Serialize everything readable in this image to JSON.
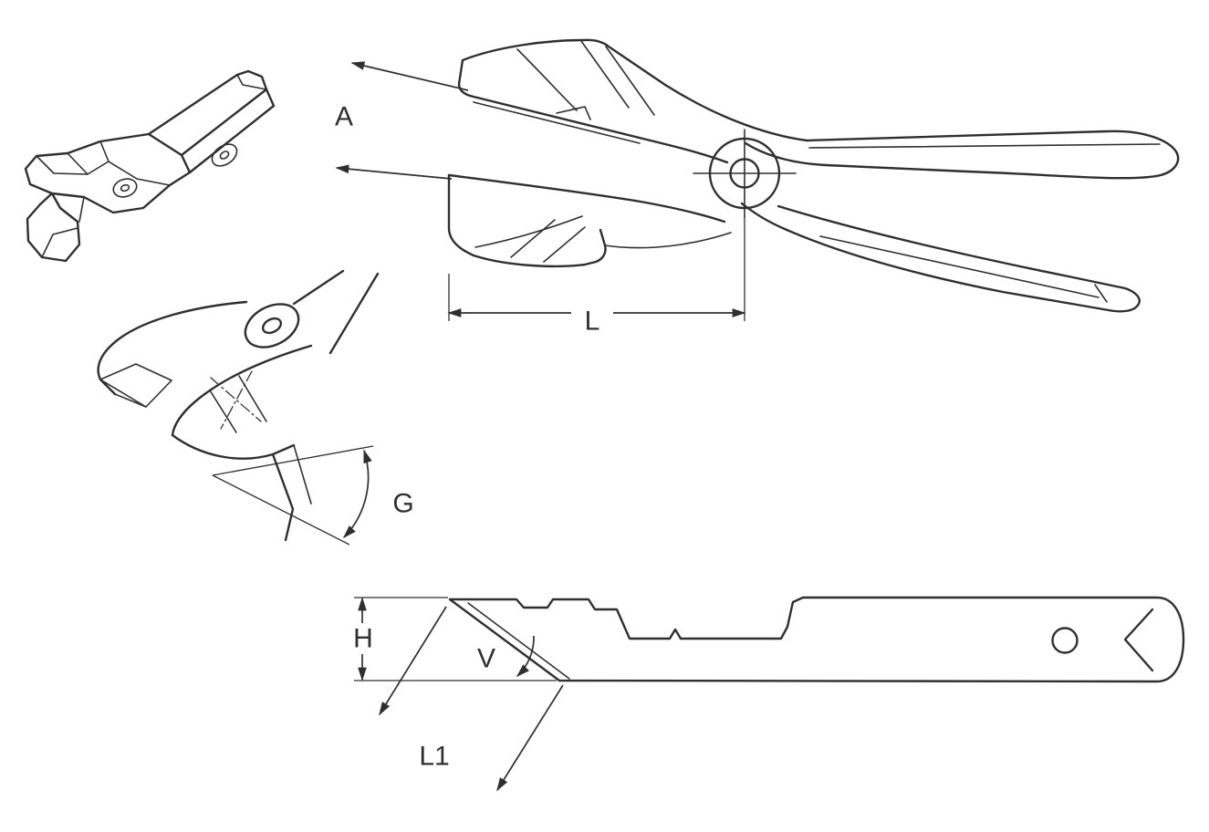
{
  "views": {
    "side": {
      "angle_label": "A",
      "length_label": "L"
    },
    "rotated": {
      "angle_label": "G"
    },
    "profile": {
      "height_label": "H",
      "angle_label": "V",
      "length_label": "L1"
    }
  },
  "colors": {
    "line": "#2f2f2f",
    "background": "#ffffff"
  }
}
